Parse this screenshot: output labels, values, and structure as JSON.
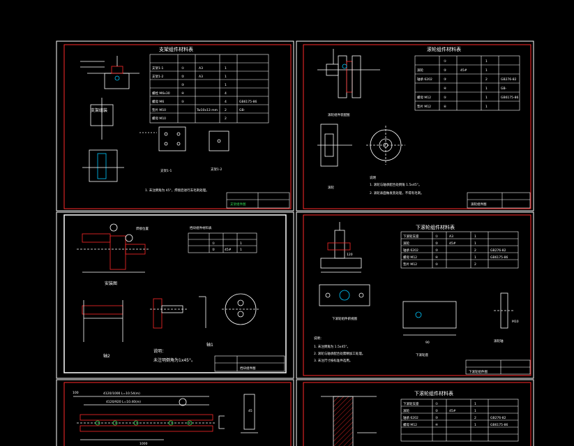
{
  "colors": {
    "background": "#000000",
    "sheet_border": "#ffffff",
    "frame": "#ff2a2a",
    "line": "#ffffff",
    "accent": "#00c8ff",
    "title_green": "#33dd55",
    "hatch": "#ff2a2a"
  },
  "sheet1": {
    "table_title": "支架组件材料表",
    "table_rows": [
      [
        "支架1-1",
        "①",
        "A3",
        "1",
        ""
      ],
      [
        "支架1-2",
        "②",
        "A3",
        "1",
        ""
      ],
      [
        "",
        "③",
        "",
        "1",
        ""
      ],
      [
        "螺栓 M6x30",
        "④",
        "",
        "4",
        ""
      ],
      [
        "螺母 M6",
        "⑤",
        "",
        "4",
        "GB6175-86"
      ],
      [
        "垫片 M10",
        "",
        "Tw10x13 mm",
        "2",
        "GB-"
      ],
      [
        "螺母 M10",
        "",
        "",
        "2",
        ""
      ]
    ],
    "note": "1. 未注倒角为 45°，焊接后进行去毛刺处理。",
    "label_assembly": "支架组装",
    "label_part1": "支架1-1",
    "label_part2": "支架1-2",
    "title_block": "支架组件图"
  },
  "sheet2": {
    "table_title": "滚轮组件材料表",
    "table_rows": [
      [
        "",
        "①",
        "",
        "1",
        ""
      ],
      [
        "滚轮",
        "②",
        "45#",
        "1",
        ""
      ],
      [
        "轴承 6202",
        "③",
        "",
        "2",
        "GB276-82"
      ],
      [
        "",
        "④",
        "",
        "1",
        "GB-"
      ],
      [
        "螺母 M12",
        "⑤",
        "",
        "1",
        "GB6175-86"
      ],
      [
        "垫片 M12",
        "⑥",
        "",
        "1",
        ""
      ]
    ],
    "notes_title": "说明",
    "notes": [
      "1. 滚轮与轴承配合处倒角 1.5x45°。",
      "2. 滚轮表面做发黑处理，不得有毛刺。"
    ],
    "label_assembly": "滚轮组件装配图",
    "label_part": "滚轮",
    "title_block": "滚轮组件图"
  },
  "sheet3": {
    "table_title": "挡块组件材料表",
    "table_rows": [
      [
        "",
        "①",
        "",
        "1",
        ""
      ],
      [
        "",
        "②",
        "45#",
        "1",
        ""
      ]
    ],
    "label_assembly": "安装图",
    "label_part2": "轴2",
    "label_part1": "轴1",
    "notes_title": "说明：",
    "note": "未注明倒角为1x45°。",
    "callout": "焊接位置",
    "title_block": "挡块组件图"
  },
  "sheet4": {
    "table_title": "下滚轮组件材料表",
    "table_rows": [
      [
        "下滚轮支座",
        "①",
        "A3",
        "1",
        ""
      ],
      [
        "滚轮",
        "②",
        "45#",
        "1",
        ""
      ],
      [
        "轴承 6202",
        "③",
        "",
        "2",
        "GB276-82"
      ],
      [
        "螺母 M12",
        "④",
        "",
        "1",
        "GB6175-86"
      ],
      [
        "垫片 M12",
        "⑤",
        "",
        "2",
        ""
      ]
    ],
    "notes_title": "说明：",
    "notes": [
      "1. 未注倒角为 1.5x45°。",
      "2. 滚轮与轴承配合处需精加工处理。",
      "3. 未注尺寸按标准件选用。"
    ],
    "label_top": "下滚轮组件俯视图",
    "label_base": "下滚轮座",
    "label_shaft": "滚轮轴",
    "dim_a": "120",
    "dim_b": "90",
    "dim_c": "M10",
    "title_block": "下滚轮组件图"
  },
  "sheet5": {
    "dim_top_a": "4120/1000 L=10.54(m)",
    "dim_top_b": "4120/920 L=10.40(m)",
    "dim_left": "100",
    "dim_bottom": "1000",
    "dim_section": "45"
  },
  "sheet6": {
    "table_title": "下滚轮组件材料表",
    "table_rows": [
      [
        "下滚轮支座",
        "①",
        "",
        "1",
        ""
      ],
      [
        "滚轮",
        "②",
        "45#",
        "1",
        ""
      ],
      [
        "轴承 6202",
        "③",
        "",
        "2",
        "GB276-82"
      ],
      [
        "螺母 M12",
        "④",
        "",
        "1",
        "GB6175-86"
      ]
    ]
  }
}
